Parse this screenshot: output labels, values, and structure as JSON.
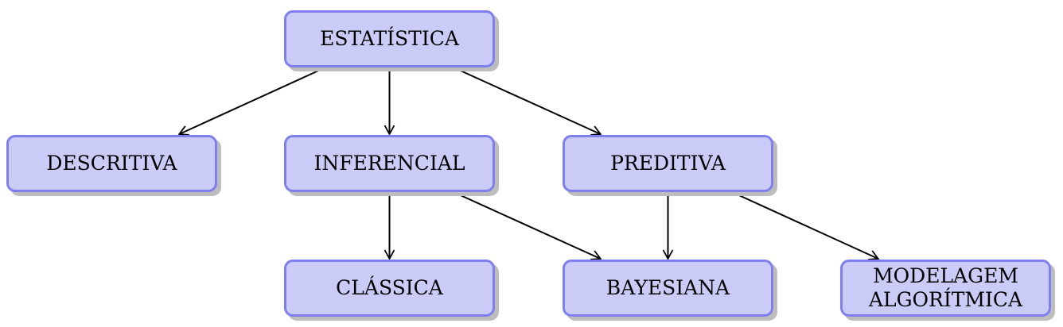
{
  "title": "Ramos da Estatística",
  "colors": {
    "node_fill": "#cbcbf7",
    "node_border": "#7f7fef",
    "shadow": "#bdbdbd",
    "edge": "#000000"
  },
  "nodes": [
    {
      "id": "estatistica",
      "label": "ESTATÍSTICA"
    },
    {
      "id": "descritiva",
      "label": "DESCRITIVA"
    },
    {
      "id": "inferencial",
      "label": "INFERENCIAL"
    },
    {
      "id": "preditiva",
      "label": "PREDITIVA"
    },
    {
      "id": "classica",
      "label": "CLÁSSICA"
    },
    {
      "id": "bayesiana",
      "label": "BAYESIANA"
    },
    {
      "id": "modelagem",
      "label": "MODELAGEM\nALGORÍTMICA"
    }
  ],
  "edges": [
    {
      "from": "estatistica",
      "to": "descritiva"
    },
    {
      "from": "estatistica",
      "to": "inferencial"
    },
    {
      "from": "estatistica",
      "to": "preditiva"
    },
    {
      "from": "inferencial",
      "to": "classica"
    },
    {
      "from": "inferencial",
      "to": "bayesiana"
    },
    {
      "from": "preditiva",
      "to": "bayesiana"
    },
    {
      "from": "preditiva",
      "to": "modelagem"
    }
  ]
}
